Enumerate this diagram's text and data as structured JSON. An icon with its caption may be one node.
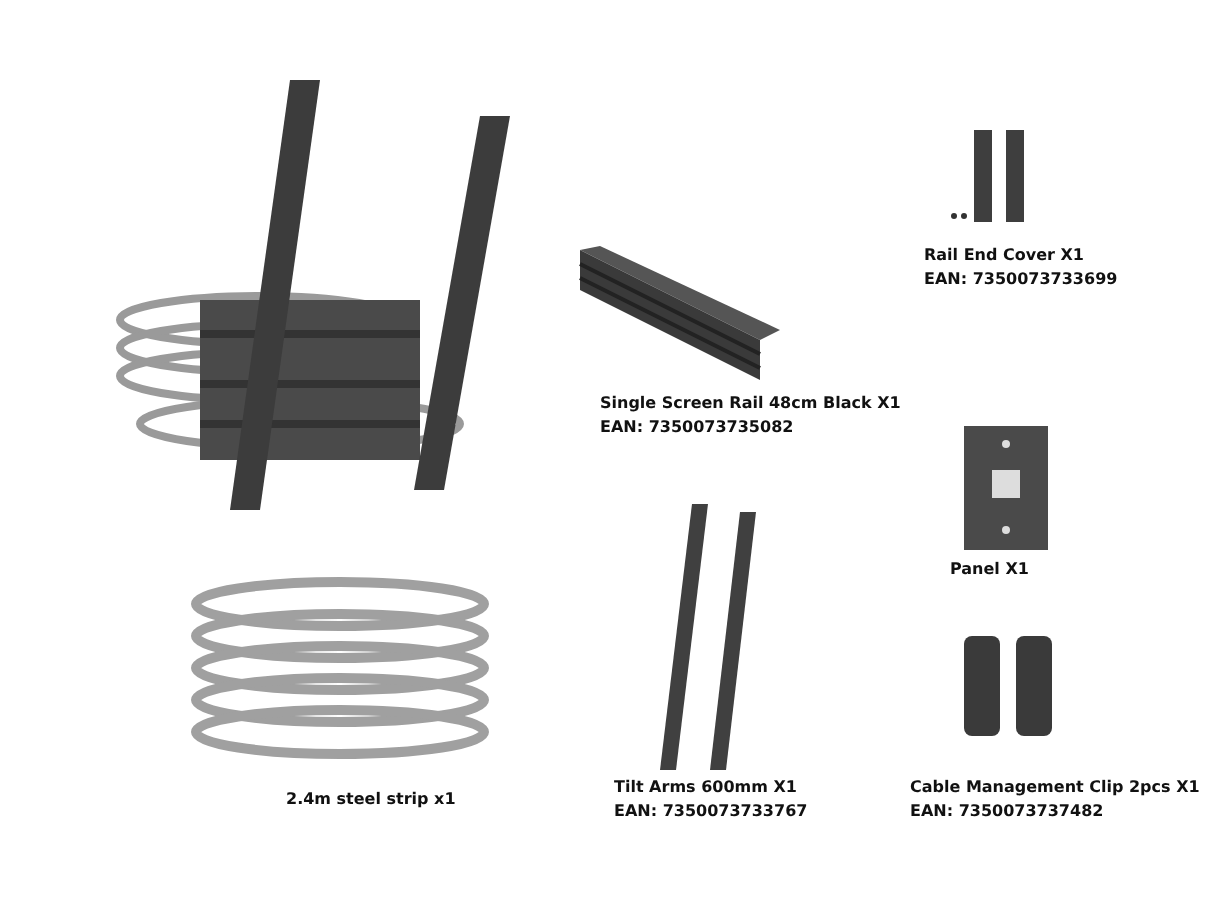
{
  "diagram": {
    "labels": [
      "Rail End Cover X1",
      "EAN: 7350073733699",
      "Single Screen Rail 48cm Black X1",
      "EAN: 7350073735082",
      "Panel X1",
      "Tilt Arms 600mm X1",
      "EAN: 7350073733767",
      "2.4m steel strip x1",
      "Cable Management Clip 2pcs  X1",
      "EAN: 7350073737482"
    ]
  }
}
